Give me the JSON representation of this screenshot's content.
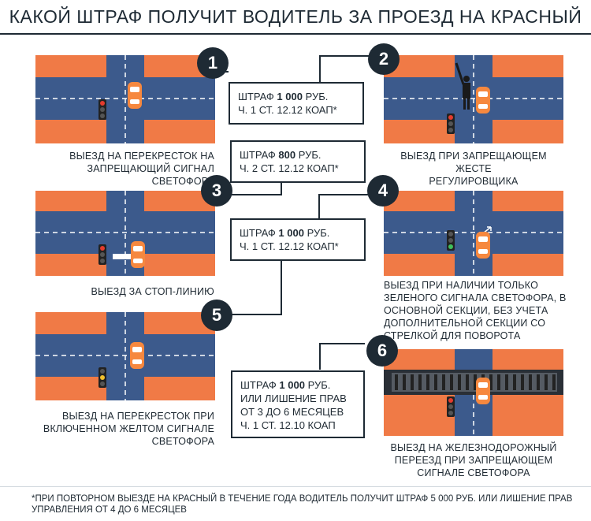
{
  "title": "КАКОЙ ШТРАФ ПОЛУЧИТ ВОДИТЕЛЬ ЗА ПРОЕЗД НА КРАСНЫЙ",
  "colors": {
    "navy": "#1e2a34",
    "road": "#3c5a8c",
    "orange": "#f07a46",
    "car": "#f6883f",
    "white": "#ffffff"
  },
  "scenarios": [
    {
      "number": "1",
      "caption": [
        "ВЫЕЗД НА ПЕРЕКРЕСТОК НА",
        "ЗАПРЕЩАЮЩИЙ СИГНАЛ СВЕТОФОРА"
      ],
      "light": "red"
    },
    {
      "number": "2",
      "caption": [
        "ВЫЕЗД ПРИ ЗАПРЕЩАЮЩЕМ ЖЕСТЕ",
        "РЕГУЛИРОВЩИКА"
      ],
      "light": "red"
    },
    {
      "number": "3",
      "caption": [
        "ВЫЕЗД ЗА СТОП-ЛИНИЮ"
      ],
      "light": "red"
    },
    {
      "number": "4",
      "caption": [
        "ВЫЕЗД ПРИ НАЛИЧИИ ТОЛЬКО",
        "ЗЕЛЕНОГО СИГНАЛА СВЕТОФОРА, В",
        "ОСНОВНОЙ СЕКЦИИ, БЕЗ УЧЕТА",
        "ДОПОЛНИТЕЛЬНОЙ СЕКЦИИ СО",
        "СТРЕЛКОЙ ДЛЯ ПОВОРОТА"
      ],
      "light": "green"
    },
    {
      "number": "5",
      "caption": [
        "ВЫЕЗД НА ПЕРЕКРЕСТОК ПРИ",
        "ВКЛЮЧЕННОМ ЖЕЛТОМ СИГНАЛЕ",
        "СВЕТОФОРА"
      ],
      "light": "yellow"
    },
    {
      "number": "6",
      "caption": [
        "ВЫЕЗД НА ЖЕЛЕЗНОДОРОЖНЫЙ",
        "ПЕРЕЕЗД ПРИ ЗАПРЕЩАЮЩЕМ",
        "СИГНАЛЕ СВЕТОФОРА"
      ],
      "light": "red"
    }
  ],
  "fines": [
    {
      "prefix": "ШТРАФ ",
      "amount": "1 000",
      "suffix": " РУБ.",
      "lines": [
        "Ч. 1 СТ. 12.12 КОАП*"
      ]
    },
    {
      "prefix": "ШТРАФ ",
      "amount": "800",
      "suffix": " РУБ.",
      "lines": [
        "Ч. 2 СТ. 12.12 КОАП*"
      ]
    },
    {
      "prefix": "ШТРАФ ",
      "amount": "1 000",
      "suffix": " РУБ.",
      "lines": [
        "Ч. 1 СТ. 12.12 КОАП*"
      ]
    },
    {
      "prefix": "ШТРАФ ",
      "amount": "1 000",
      "suffix": " РУБ.",
      "lines": [
        "ИЛИ ЛИШЕНИЕ ПРАВ",
        "ОТ 3 ДО 6 МЕСЯЦЕВ",
        "Ч. 1 СТ. 12.10 КОАП"
      ]
    }
  ],
  "footnote": "*ПРИ ПОВТОРНОМ ВЫЕЗДЕ НА КРАСНЫЙ В ТЕЧЕНИЕ ГОДА ВОДИТЕЛЬ ПОЛУЧИТ ШТРАФ 5 000 РУБ. ИЛИ ЛИШЕНИЕ ПРАВ УПРАВЛЕНИЯ ОТ 4 ДО 6 МЕСЯЦЕВ"
}
